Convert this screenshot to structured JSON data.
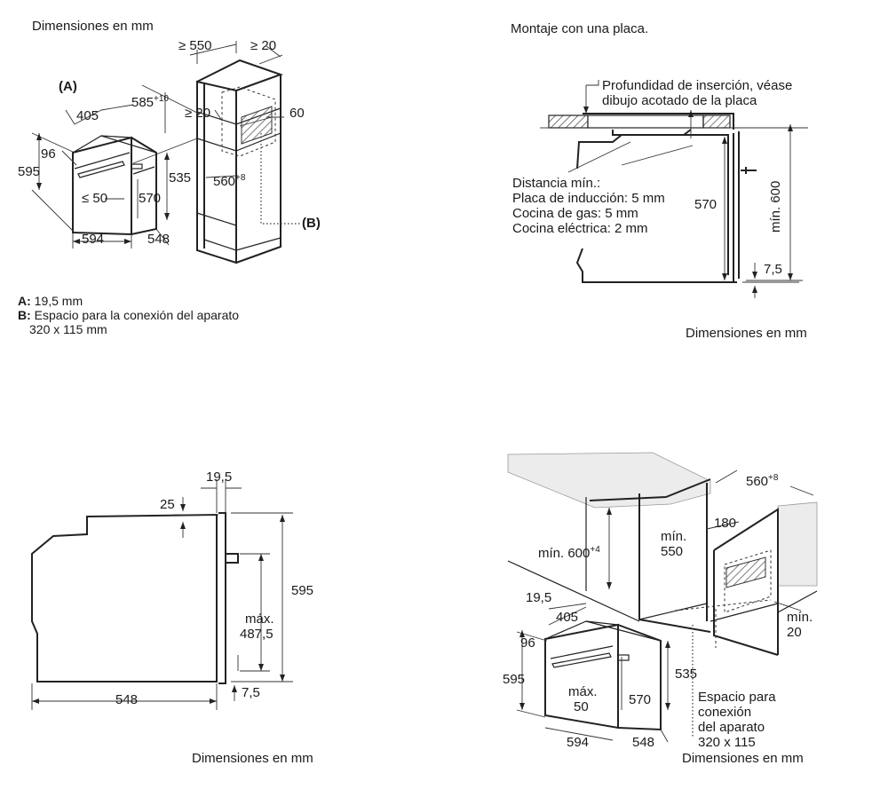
{
  "q1": {
    "title": "Dimensiones en mm",
    "ge550": "≥ 550",
    "ge20_top": "≥ 20",
    "A_ref": "(A)",
    "d585": "585",
    "d585_sup": "+10",
    "d405": "405",
    "ge20_mid": "≥ 20",
    "d60": "60",
    "d96": "96",
    "d595": "595",
    "d535": "535",
    "d560": "560",
    "d560_sup": "+8",
    "le50": "≤ 50",
    "d570": "570",
    "B_ref": "(B)",
    "d594": "594",
    "d548": "548",
    "legend_A_key": "A:",
    "legend_A_text": "19,5 mm",
    "legend_B_key": "B:",
    "legend_B_text": "Espacio para la conexión del aparato",
    "legend_B_text2": "320 x 115 mm"
  },
  "q2": {
    "title": "Montaje con una placa.",
    "insert1": "Profundidad de inserción, véase",
    "insert2": "dibujo acotado de la placa",
    "dist0": "Distancia mín.:",
    "dist1": "Placa de inducción: 5 mm",
    "dist2": "Cocina de gas: 5 mm",
    "dist3": "Cocina eléctrica: 2 mm",
    "d570": "570",
    "min600": "mín. 600",
    "d75": "7,5",
    "footer": "Dimensiones en mm"
  },
  "q3": {
    "d195": "19,5",
    "d25": "25",
    "d595": "595",
    "max": "máx.",
    "max_val": "487,5",
    "d548": "548",
    "d75": "7,5",
    "footer": "Dimensiones en mm"
  },
  "q4": {
    "d560": "560",
    "d560_sup": "+8",
    "d180": "180",
    "min600": "mín. 600",
    "min600_sup": "+4",
    "min550a": "mín.",
    "min550b": "550",
    "min20a": "mín.",
    "min20b": "20",
    "d195": "19,5",
    "d405": "405",
    "d96": "96",
    "d595": "595",
    "d535": "535",
    "max": "máx.",
    "max_val": "50",
    "d570": "570",
    "conn1": "Espacio para",
    "conn2": "conexión",
    "conn3": "del aparato",
    "conn4": "320 x 115",
    "d594": "594",
    "d548": "548",
    "footer": "Dimensiones en mm"
  }
}
